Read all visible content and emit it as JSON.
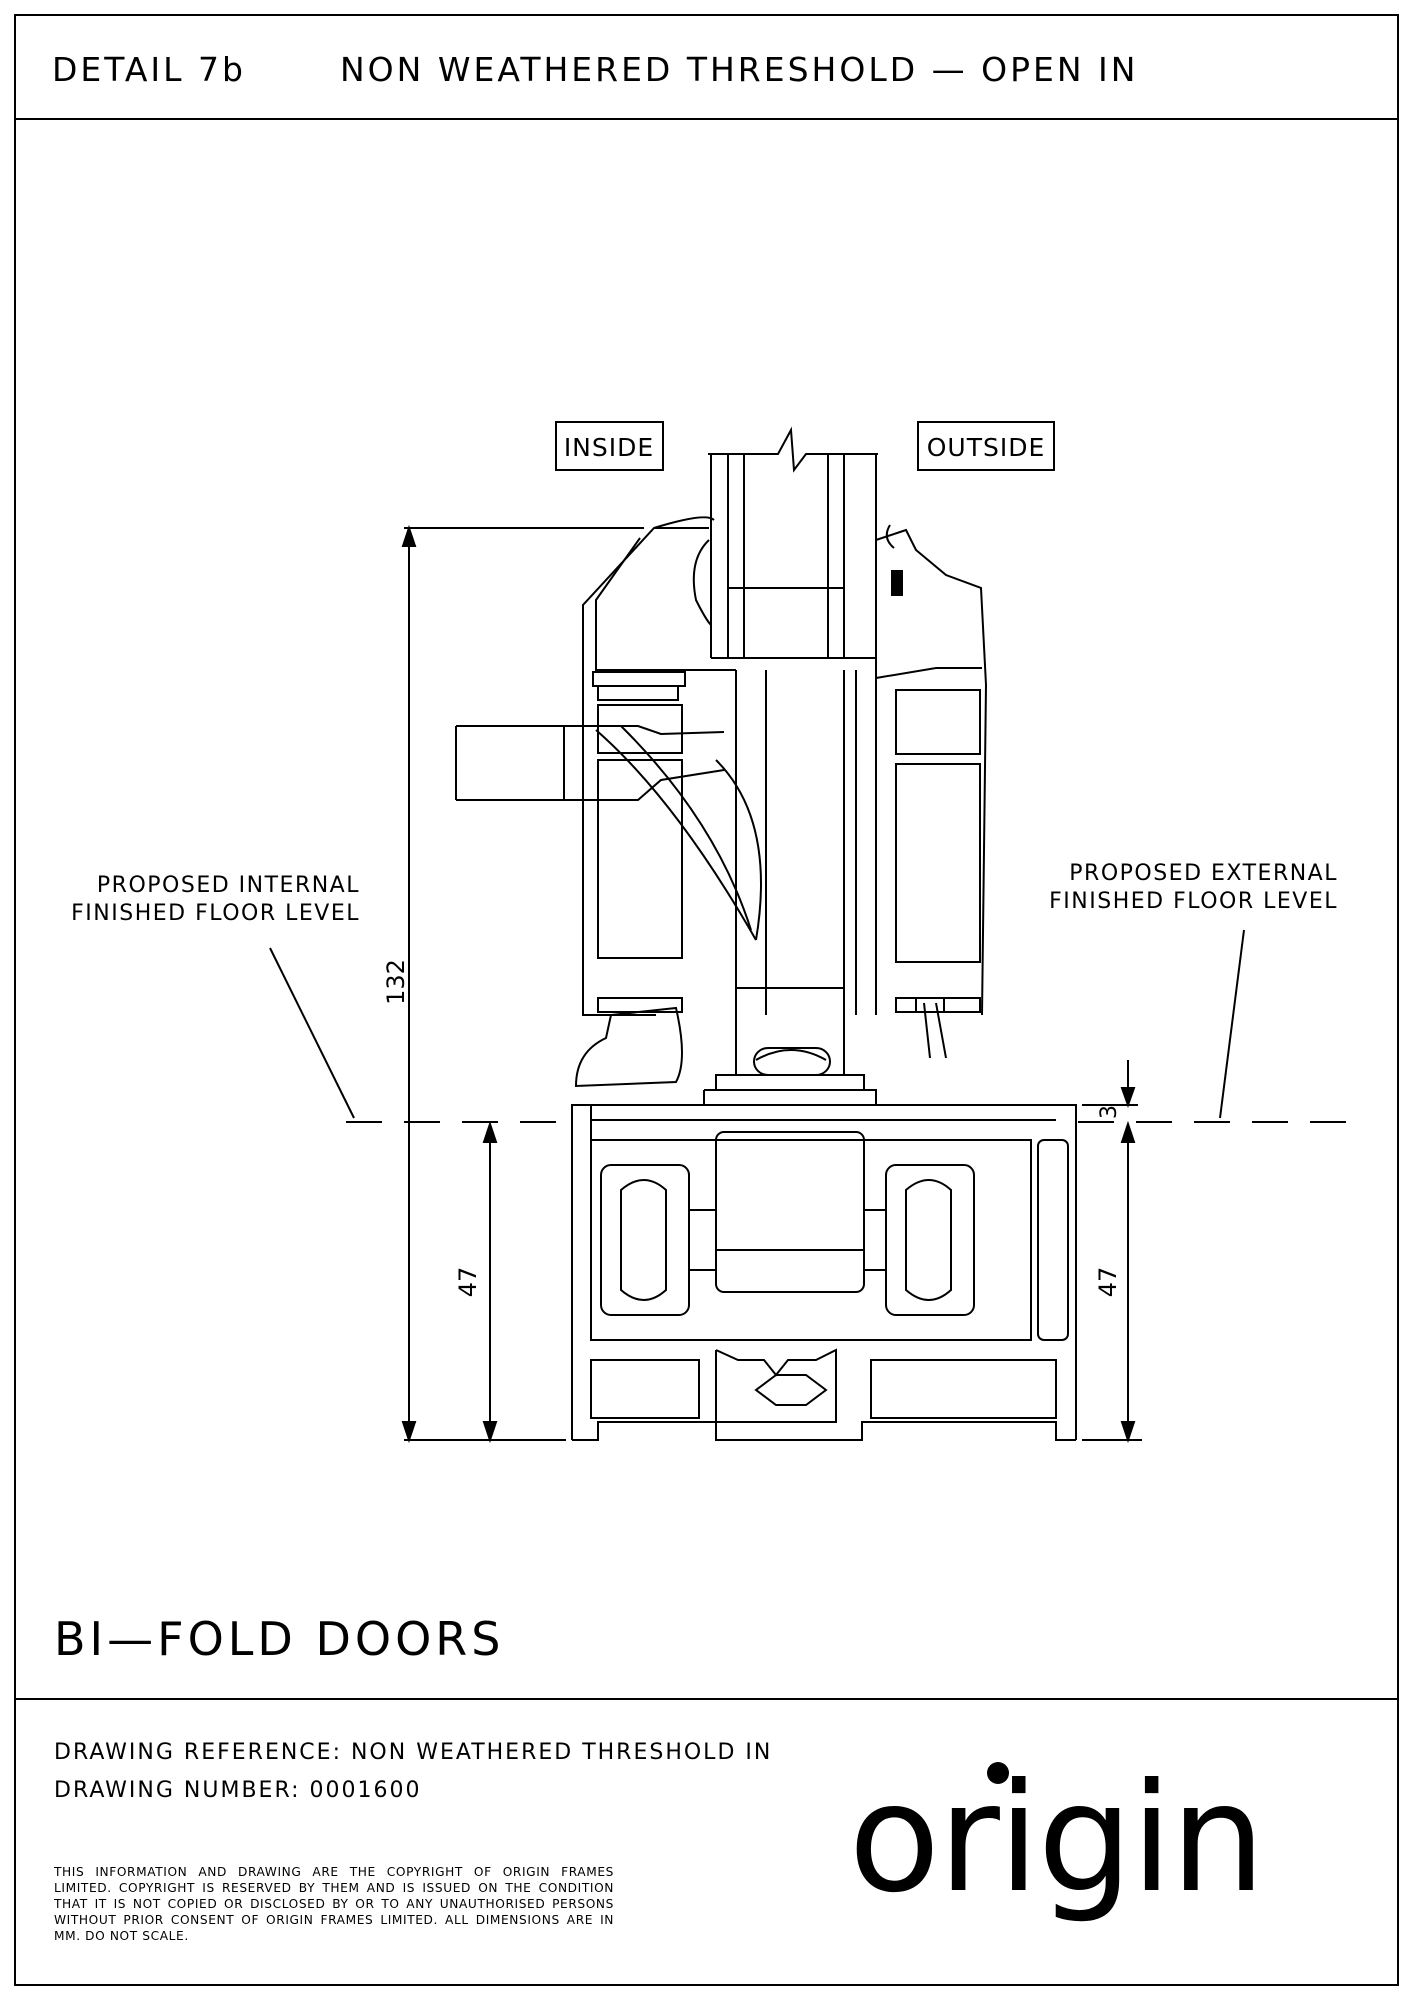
{
  "header": {
    "detail": "DETAIL 7b",
    "title": "NON WEATHERED THRESHOLD — OPEN IN"
  },
  "drawing": {
    "inside_label": "INSIDE",
    "outside_label": "OUTSIDE",
    "internal_floor_label_line1": "PROPOSED INTERNAL",
    "internal_floor_label_line2": "FINISHED FLOOR LEVEL",
    "external_floor_label_line1": "PROPOSED EXTERNAL",
    "external_floor_label_line2": "FINISHED FLOOR LEVEL",
    "dim_overall": "132",
    "dim_left_threshold": "47",
    "dim_right_threshold": "47",
    "dim_upstand": "3"
  },
  "product": {
    "title": "BI—FOLD DOORS"
  },
  "footer": {
    "reference": "DRAWING REFERENCE: NON WEATHERED THRESHOLD IN",
    "number": "DRAWING NUMBER: 0001600",
    "copyright": "THIS INFORMATION AND DRAWING ARE THE COPYRIGHT OF ORIGIN FRAMES LIMITED. COPYRIGHT IS RESERVED BY THEM AND IS ISSUED ON THE CONDITION THAT IT IS NOT COPIED OR DISCLOSED BY OR TO ANY UNAUTHORISED PERSONS WITHOUT PRIOR CONSENT OF ORIGIN FRAMES LIMITED. ALL DIMENSIONS ARE IN MM. DO NOT SCALE.",
    "logo_text": "origin"
  }
}
